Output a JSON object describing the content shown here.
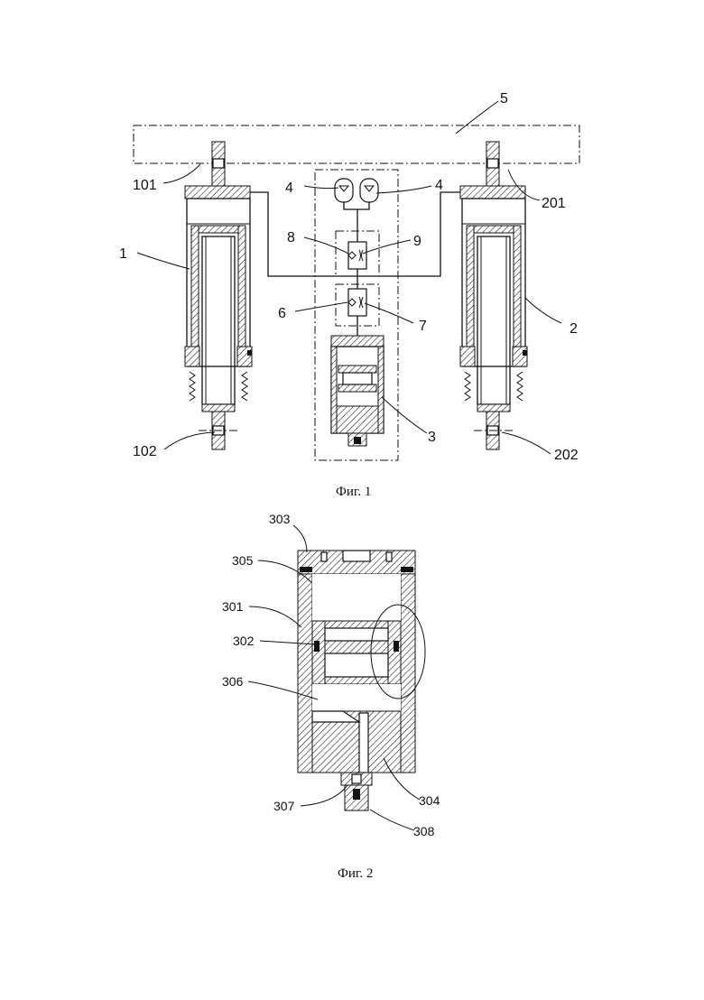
{
  "figure1": {
    "caption": "Фиг. 1",
    "labels": {
      "l5": "5",
      "l101": "101",
      "l201": "201",
      "l4a": "4",
      "l4b": "4",
      "l8": "8",
      "l9": "9",
      "l1": "1",
      "l2": "2",
      "l6": "6",
      "l7": "7",
      "l3": "3",
      "l102": "102",
      "l202": "202"
    }
  },
  "figure2": {
    "caption": "Фиг. 2",
    "labels": {
      "l303": "303",
      "l305": "305",
      "l301": "301",
      "l302": "302",
      "l306": "306",
      "l307": "307",
      "l304": "304",
      "l308": "308"
    }
  }
}
